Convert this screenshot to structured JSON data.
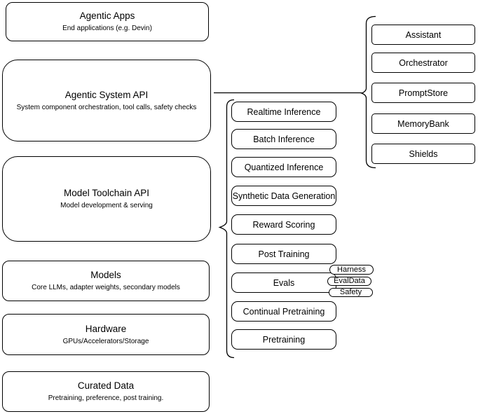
{
  "layers": [
    {
      "title": "Agentic Apps",
      "subtitle": "End applications (e.g. Devin)"
    },
    {
      "title": "Agentic System API",
      "subtitle": "System component orchestration, tool calls, safety checks"
    },
    {
      "title": "Model Toolchain API",
      "subtitle": "Model development & serving"
    },
    {
      "title": "Models",
      "subtitle": "Core LLMs, adapter weights, secondary models"
    },
    {
      "title": "Hardware",
      "subtitle": "GPUs/Accelerators/Storage"
    },
    {
      "title": "Curated Data",
      "subtitle": "Pretraining, preference, post training."
    }
  ],
  "toolchain_components": [
    "Realtime Inference",
    "Batch Inference",
    "Quantized Inference",
    "Synthetic Data Generation",
    "Reward Scoring",
    "Post Training",
    "Evals",
    "Continual Pretraining",
    "Pretraining"
  ],
  "evals_tags": [
    "Harness",
    "EvalData",
    "Safety"
  ],
  "system_components": [
    "Assistant",
    "Orchestrator",
    "PromptStore",
    "MemoryBank",
    "Shields"
  ],
  "colors": {
    "stroke": "#000000",
    "fill": "#ffffff",
    "text": "#000000"
  }
}
